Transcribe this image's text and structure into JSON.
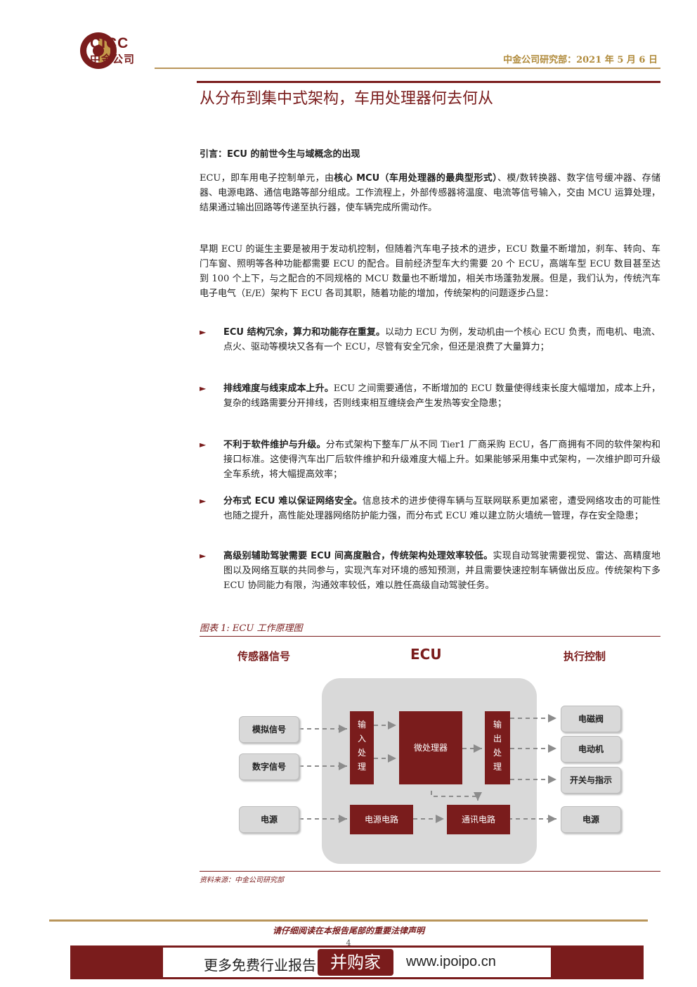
{
  "header": {
    "logo_en": "CICC",
    "logo_zh": "中金公司",
    "date": "中金公司研究部：2021 年 5 月 6 日"
  },
  "title": "从分布到集中式架构，车用处理器何去何从",
  "intro": {
    "heading": "引言：ECU 的前世今生与域概念的出现",
    "p1_a": "ECU，即车用电子控制单元，由",
    "p1_b": "核心 MCU（车用处理器的最典型形式）",
    "p1_c": "、模/数转换器、数字信号缓冲器、存储器、电源电路、通信电路等部分组成。工作流程上，外部传感器将温度、电流等信号输入，交由 MCU 运算处理，结果通过输出回路等传递至执行器，使车辆完成所需动作。",
    "p2": "早期 ECU 的诞生主要是被用于发动机控制，但随着汽车电子技术的进步，ECU 数量不断增加，刹车、转向、车门车窗、照明等各种功能都需要 ECU 的配合。目前经济型车大约需要 20 个 ECU，高端车型 ECU 数目甚至达到 100 个上下，与之配合的不同规格的 MCU 数量也不断增加，相关市场蓬勃发展。但是，我们认为，传统汽车电子电气（E/E）架构下 ECU 各司其职，随着功能的增加，传统架构的问题逐步凸显："
  },
  "bullets": [
    {
      "bold": "ECU 结构冗余，算力和功能存在重复。",
      "text": "以动力 ECU 为例，发动机由一个核心 ECU 负责，而电机、电流、点火、驱动等模块又各有一个 ECU，尽管有安全冗余，但还是浪费了大量算力；"
    },
    {
      "bold": "排线难度与线束成本上升。",
      "text": "ECU 之间需要通信，不断增加的 ECU 数量使得线束长度大幅增加，成本上升，复杂的线路需要分开排线，否则线束相互缠绕会产生发热等安全隐患；"
    },
    {
      "bold": "不利于软件维护与升级。",
      "text": "分布式架构下整车厂从不同 Tier1 厂商采购 ECU，各厂商拥有不同的软件架构和接口标准。这使得汽车出厂后软件维护和升级难度大幅上升。如果能够采用集中式架构，一次维护即可升级全车系统，将大幅提高效率；"
    },
    {
      "bold": "分布式 ECU 难以保证网络安全。",
      "text": "信息技术的进步使得车辆与互联网联系更加紧密，遭受网络攻击的可能性也随之提升，高性能处理器网络防护能力强，而分布式 ECU 难以建立防火墙统一管理，存在安全隐患；"
    },
    {
      "bold": "高级别辅助驾驶需要 ECU 间高度融合，传统架构处理效率较低。",
      "text": "实现自动驾驶需要视觉、雷达、高精度地图以及网络互联的共同参与，实现汽车对环境的感知预测，并且需要快速控制车辆做出反应。传统架构下多 ECU 协同能力有限，沟通效率较低，难以胜任高级自动驾驶任务。"
    }
  ],
  "figure": {
    "caption": "图表 1:   ECU 工作原理图",
    "head_left": "传感器信号",
    "head_center": "ECU",
    "head_right": "执行控制",
    "inputs": [
      "模拟信号",
      "数字信号",
      "电源"
    ],
    "input_proc": "输入处理",
    "cpu": "微处理器",
    "output_proc": "输出处理",
    "power_circuit": "电源电路",
    "comm_circuit": "通讯电路",
    "outputs": [
      "电磁阀",
      "电动机",
      "开关与指示",
      "电源"
    ],
    "source": "资料来源：中金公司研究部"
  },
  "footer": {
    "notice": "请仔细阅读在本报告尾部的重要法律声明",
    "page": "4",
    "banner_left": "更多免费行业报告",
    "banner_mid": "并购家",
    "banner_right": "www.ipoipo.cn"
  },
  "colors": {
    "brand": "#7a1c1c",
    "gold": "#b9955a",
    "panel": "#d9d9d9"
  }
}
